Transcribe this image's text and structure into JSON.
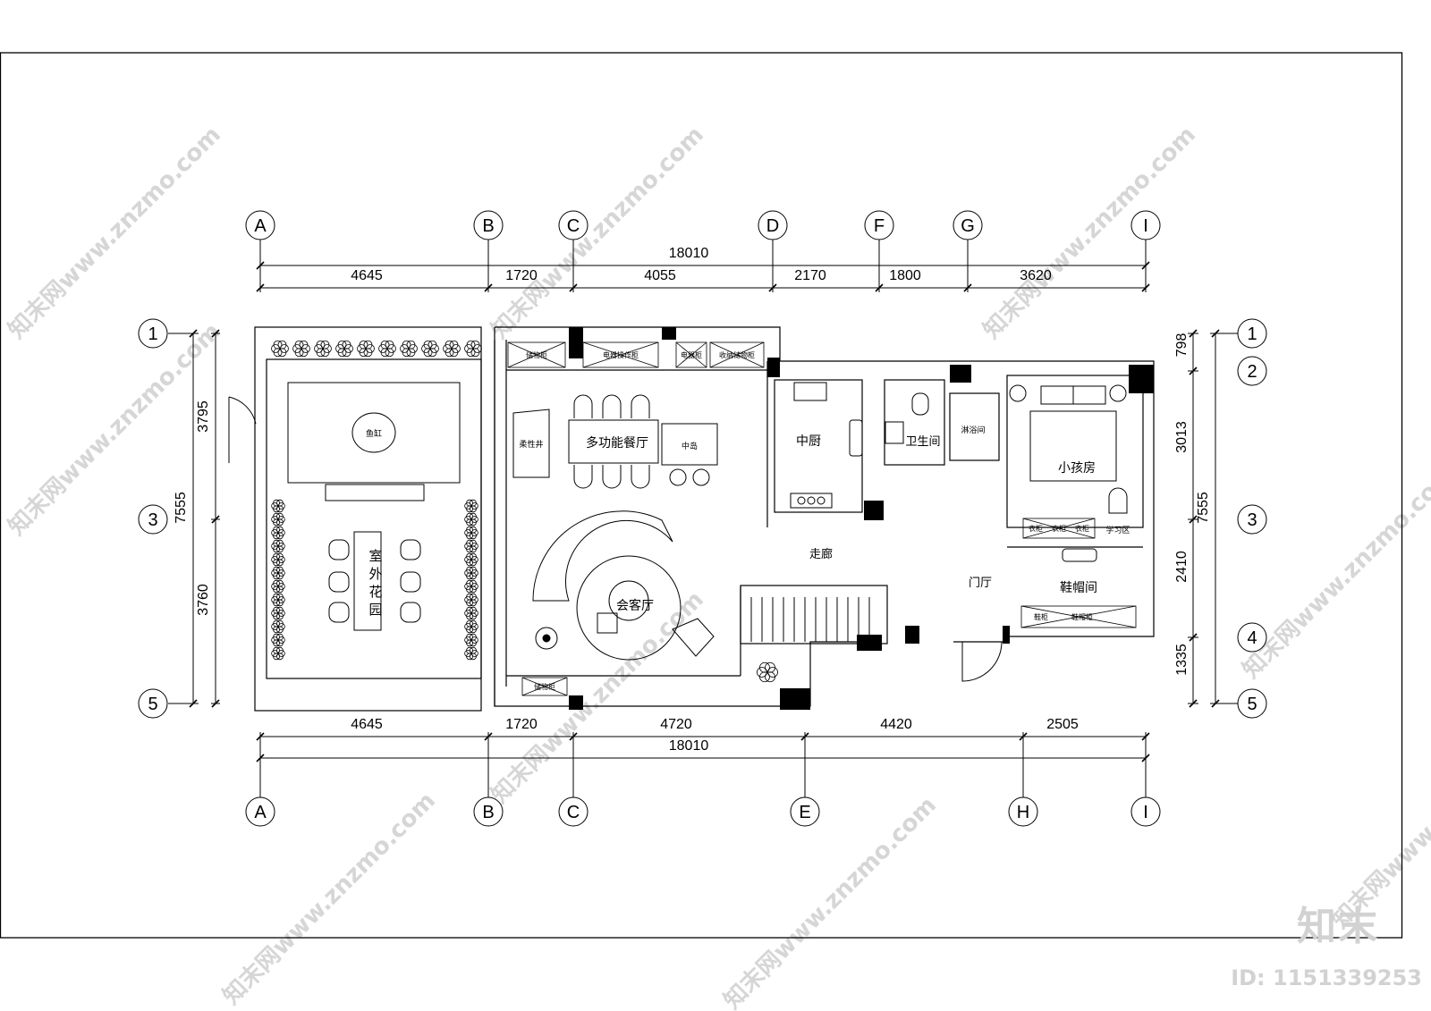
{
  "axes_top": [
    "A",
    "B",
    "C",
    "D",
    "F",
    "G",
    "I"
  ],
  "axes_bottom": [
    "A",
    "B",
    "C",
    "E",
    "H",
    "I"
  ],
  "axes_left": [
    "1",
    "3",
    "5"
  ],
  "axes_right": [
    "1",
    "2",
    "3",
    "4",
    "5"
  ],
  "dims": {
    "top_total": "18010",
    "top_segments": [
      "4645",
      "1720",
      "4055",
      "2170",
      "1800",
      "3620"
    ],
    "bottom_total": "18010",
    "bottom_segments": [
      "4645",
      "1720",
      "4720",
      "4420",
      "2505"
    ],
    "left_total": "7555",
    "left_segments": [
      "3795",
      "3760"
    ],
    "right_total": "7555",
    "right_segments": [
      "798",
      "3013",
      "2410",
      "1335"
    ]
  },
  "rooms": {
    "garden": "室外花园",
    "fish_tank": "鱼缸",
    "dining": "多功能餐厅",
    "island": "中岛",
    "sink_cabinet": "柔性井",
    "living": "会客厅",
    "kitchen": "中厨",
    "bathroom": "卫生间",
    "shower": "淋浴间",
    "kids_room": "小孩房",
    "corridor": "走廊",
    "foyer": "门厅",
    "cloakroom": "鞋帽间",
    "study": "学习区"
  },
  "cabinets": {
    "top_left": "储物柜",
    "top_mid": "电器操作柜",
    "top_right1": "电器柜",
    "top_right2": "收纳储物柜",
    "living_bottom": "储物柜",
    "kids_a": "衣柜",
    "kids_b": "衣柜",
    "kids_c": "衣柜",
    "shoe_a": "鞋柜",
    "shoe_b": "鞋帽柜"
  },
  "watermark": {
    "site": "知末网www.znzmo.com",
    "brand": "知末",
    "id_label": "ID: 1151339253"
  },
  "colors": {
    "line": "#000000",
    "wall": "#000000",
    "watermark": "#d6d6d6"
  }
}
